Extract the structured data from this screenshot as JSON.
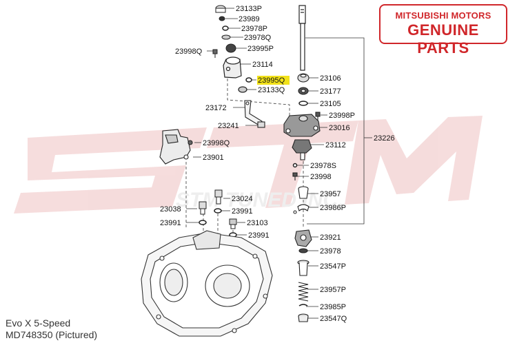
{
  "badge": {
    "line1": "MITSUBISHI MOTORS",
    "line2": "GENUINE PARTS",
    "color": "#d0262a"
  },
  "watermark": {
    "big": "STM",
    "small": "STM TUNED INC."
  },
  "caption": {
    "line1": "Evo X 5-Speed",
    "line2": "MD748350  (Pictured)"
  },
  "highlight": {
    "part": "23995Q",
    "color": "#f2e21a"
  },
  "parts": {
    "p23133P": "23133P",
    "p23989": "23989",
    "p23978P": "23978P",
    "p23978Q": "23978Q",
    "p23995P": "23995P",
    "p23998Q_a": "23998Q",
    "p23114": "23114",
    "p23995Q": "23995Q",
    "p23133Q": "23133Q",
    "p23172": "23172",
    "p23241": "23241",
    "p23998Q_b": "23998Q",
    "p23901": "23901",
    "p23024": "23024",
    "p23038": "23038",
    "p23991_a": "23991",
    "p23991_b": "23991",
    "p23103": "23103",
    "p23991_c": "23991",
    "p23106": "23106",
    "p23177": "23177",
    "p23105": "23105",
    "p23998P": "23998P",
    "p23016": "23016",
    "p23226": "23226",
    "p23112": "23112",
    "p23978S": "23978S",
    "p23998": "23998",
    "p23957": "23957",
    "p23986P": "23986P",
    "p23921": "23921",
    "p23978": "23978",
    "p23547P": "23547P",
    "p23957P": "23957P",
    "p23985P": "23985P",
    "p23547Q": "23547Q"
  }
}
